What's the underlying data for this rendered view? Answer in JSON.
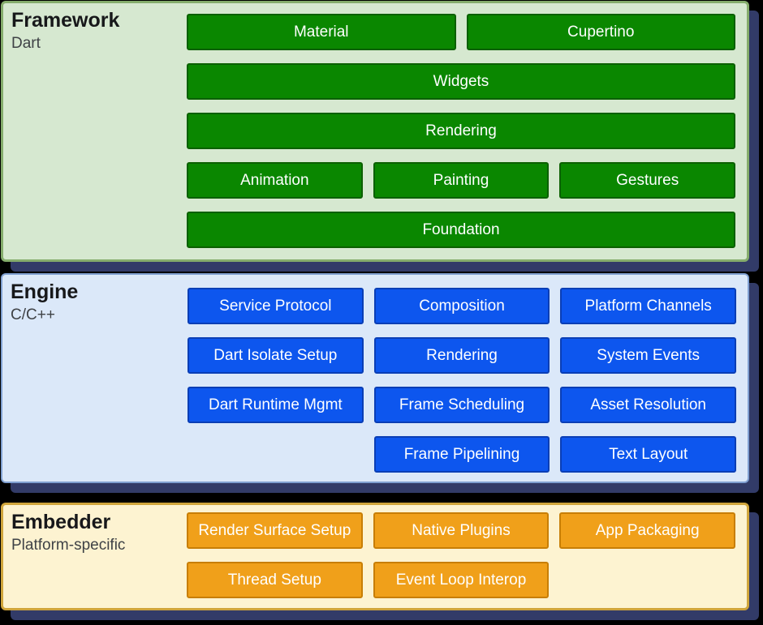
{
  "diagram": {
    "background": "#000000",
    "shadow_color": "#323b68",
    "layers": {
      "framework": {
        "title": "Framework",
        "subtitle": "Dart",
        "colors": {
          "panel_bg": "#d6e8d0",
          "panel_border": "#85ad6c",
          "block_bg": "#0a8700",
          "block_border": "#0b6000",
          "block_text": "#ffffff"
        },
        "blocks": {
          "material": "Material",
          "cupertino": "Cupertino",
          "widgets": "Widgets",
          "rendering": "Rendering",
          "animation": "Animation",
          "painting": "Painting",
          "gestures": "Gestures",
          "foundation": "Foundation"
        }
      },
      "engine": {
        "title": "Engine",
        "subtitle": "C/C++",
        "colors": {
          "panel_bg": "#dbe8f9",
          "panel_border": "#7f9fd1",
          "block_bg": "#0d56ee",
          "block_border": "#0a3eb5",
          "block_text": "#ffffff"
        },
        "blocks": {
          "service_protocol": "Service Protocol",
          "composition": "Composition",
          "platform_channels": "Platform Channels",
          "dart_isolate_setup": "Dart Isolate Setup",
          "rendering": "Rendering",
          "system_events": "System Events",
          "dart_runtime_mgmt": "Dart Runtime Mgmt",
          "frame_scheduling": "Frame Scheduling",
          "asset_resolution": "Asset Resolution",
          "frame_pipelining": "Frame Pipelining",
          "text_layout": "Text Layout"
        }
      },
      "embedder": {
        "title": "Embedder",
        "subtitle": "Platform-specific",
        "colors": {
          "panel_bg": "#fdf3d1",
          "panel_border": "#d0a53c",
          "block_bg": "#f0a01a",
          "block_border": "#c87e06",
          "block_text": "#ffffff"
        },
        "blocks": {
          "render_surface_setup": "Render Surface Setup",
          "native_plugins": "Native Plugins",
          "app_packaging": "App Packaging",
          "thread_setup": "Thread Setup",
          "event_loop_interop": "Event Loop Interop"
        }
      }
    }
  }
}
